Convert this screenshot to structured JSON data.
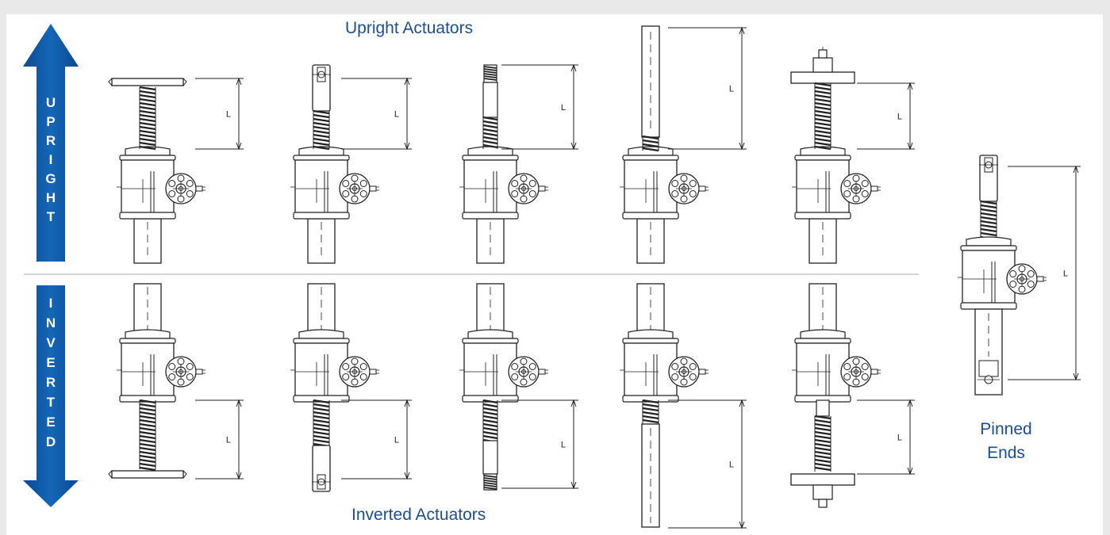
{
  "titles": {
    "upright": "Upright Actuators",
    "inverted": "Inverted Actuators",
    "pinned": "Pinned Ends"
  },
  "arrows": {
    "upright_letters": [
      "U",
      "P",
      "R",
      "I",
      "G",
      "H",
      "T"
    ],
    "inverted_letters": [
      "I",
      "N",
      "V",
      "E",
      "R",
      "T",
      "E",
      "D"
    ]
  },
  "dimension_label": "L",
  "colors": {
    "brand_blue": "#0d5aa7",
    "label_blue": "#1b4f93",
    "line": "#222222",
    "divider": "#bdbdbd",
    "frame": "#e9e9ea"
  },
  "rows": {
    "upright": [
      "top-plate",
      "clevis",
      "threaded",
      "plain",
      "top-plate-stud"
    ],
    "inverted": [
      "top-plate",
      "clevis",
      "threaded",
      "plain",
      "top-plate-stud"
    ]
  }
}
